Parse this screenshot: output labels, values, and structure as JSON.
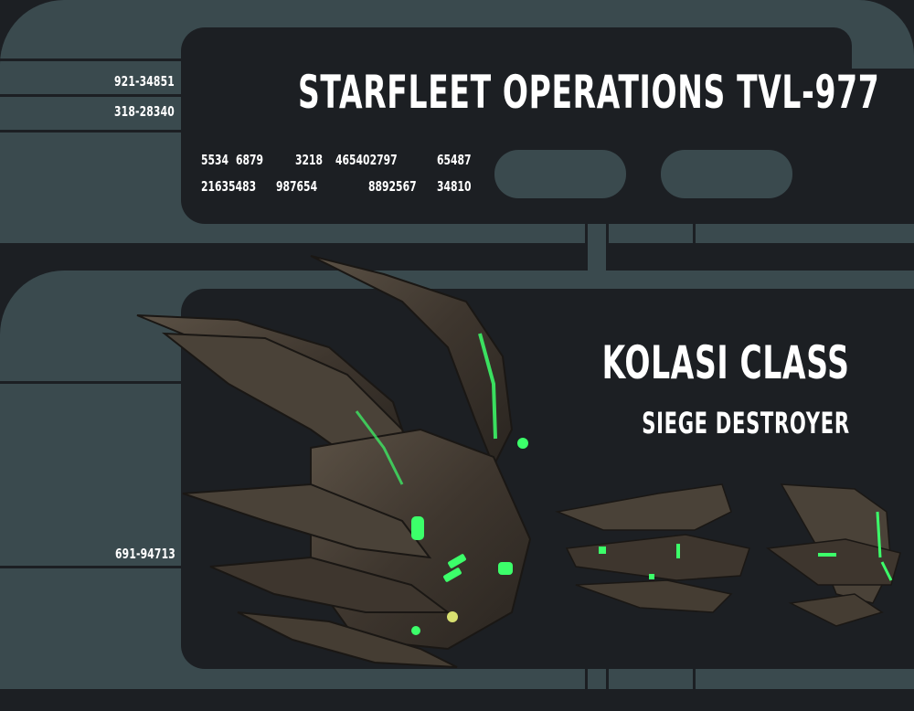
{
  "header": {
    "title": "STARFLEET OPERATIONS TVL-977",
    "side_codes": [
      "921-34851",
      "318-28340"
    ],
    "readout_row1": [
      "5534",
      "6879",
      "3218",
      "465402797",
      "65487"
    ],
    "readout_row2": [
      "21635483",
      "987654",
      "8892567",
      "34810"
    ],
    "buttons": [
      "",
      ""
    ]
  },
  "main": {
    "ship_class": "KOLASI CLASS",
    "ship_role": "SIEGE DESTROYER",
    "side_code": "691-94713"
  },
  "colors": {
    "frame": "#3a4a4e",
    "background": "#1c1f23",
    "text": "#ffffff",
    "accent_glow": "#3cff6a"
  },
  "icons": [
    "ship-large-render",
    "ship-side-render",
    "ship-front-render"
  ]
}
